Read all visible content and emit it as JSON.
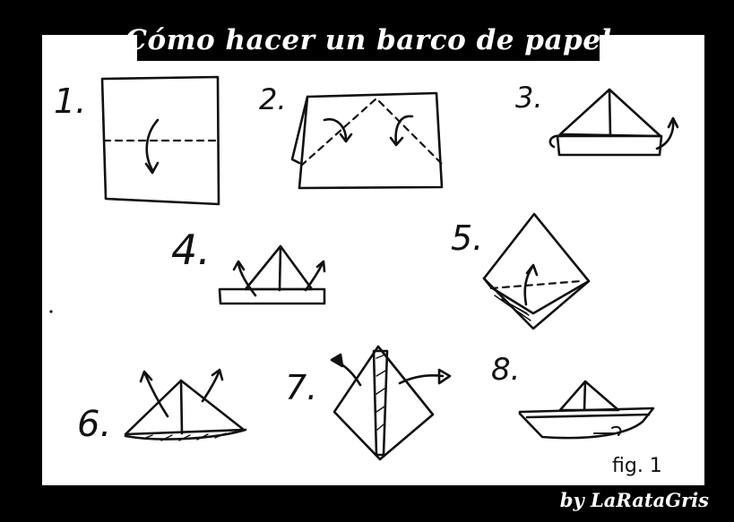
{
  "title": "Cómo hacer un barco de papel",
  "credit": "by LaRataGris",
  "figure_label": "fig. 1",
  "steps": [
    {
      "label": "1."
    },
    {
      "label": "2."
    },
    {
      "label": "3."
    },
    {
      "label": "4."
    },
    {
      "label": "5."
    },
    {
      "label": "6."
    },
    {
      "label": "7."
    },
    {
      "label": "8."
    }
  ],
  "colors": {
    "frame": "#000000",
    "paper": "#ffffff",
    "ink": "#111111"
  }
}
